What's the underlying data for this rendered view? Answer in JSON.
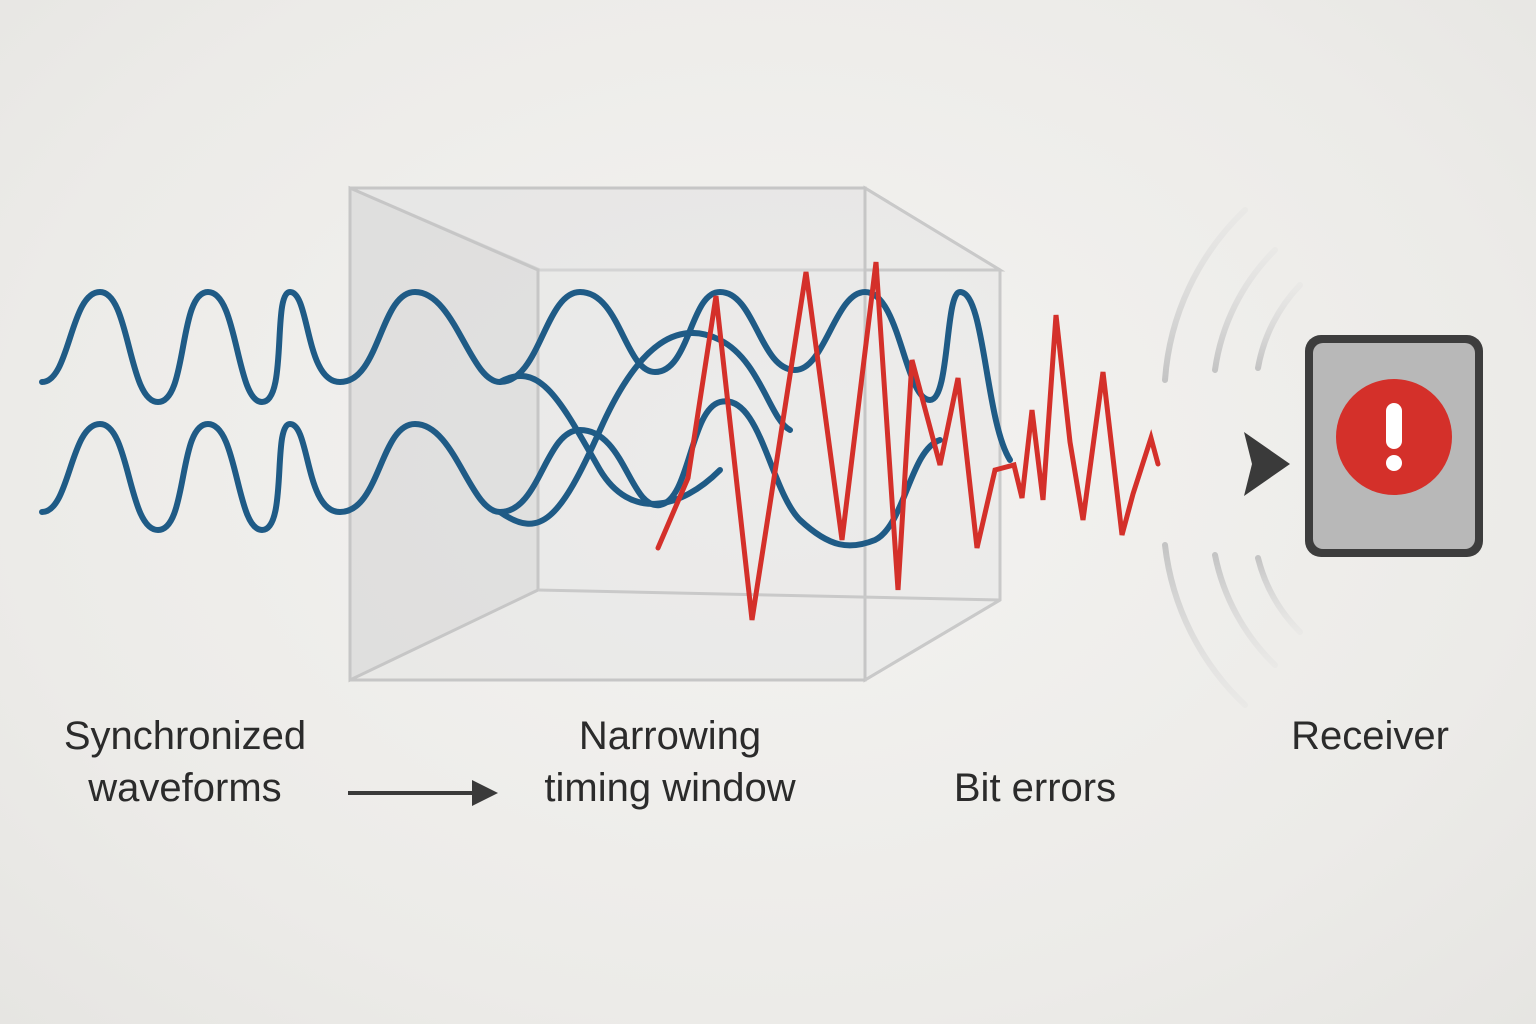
{
  "labels": {
    "synchronized_line1": "Synchronized",
    "synchronized_line2": "waveforms",
    "window_line1": "Narrowing",
    "window_line2": "timing window",
    "bit_errors": "Bit errors",
    "receiver": "Receiver"
  },
  "icons": {
    "receiver_alert": "exclamation-alert-icon",
    "flow_arrow": "right-arrow-icon",
    "signal_arcs": "signal-waves-icon"
  },
  "colors": {
    "waveform": "#1f5b86",
    "error_signal": "#d4302a",
    "alert": "#d4302a",
    "window_box": "#c9c9c9",
    "receiver_body": "#b5b5b5",
    "arrow": "#3a3a3a"
  }
}
